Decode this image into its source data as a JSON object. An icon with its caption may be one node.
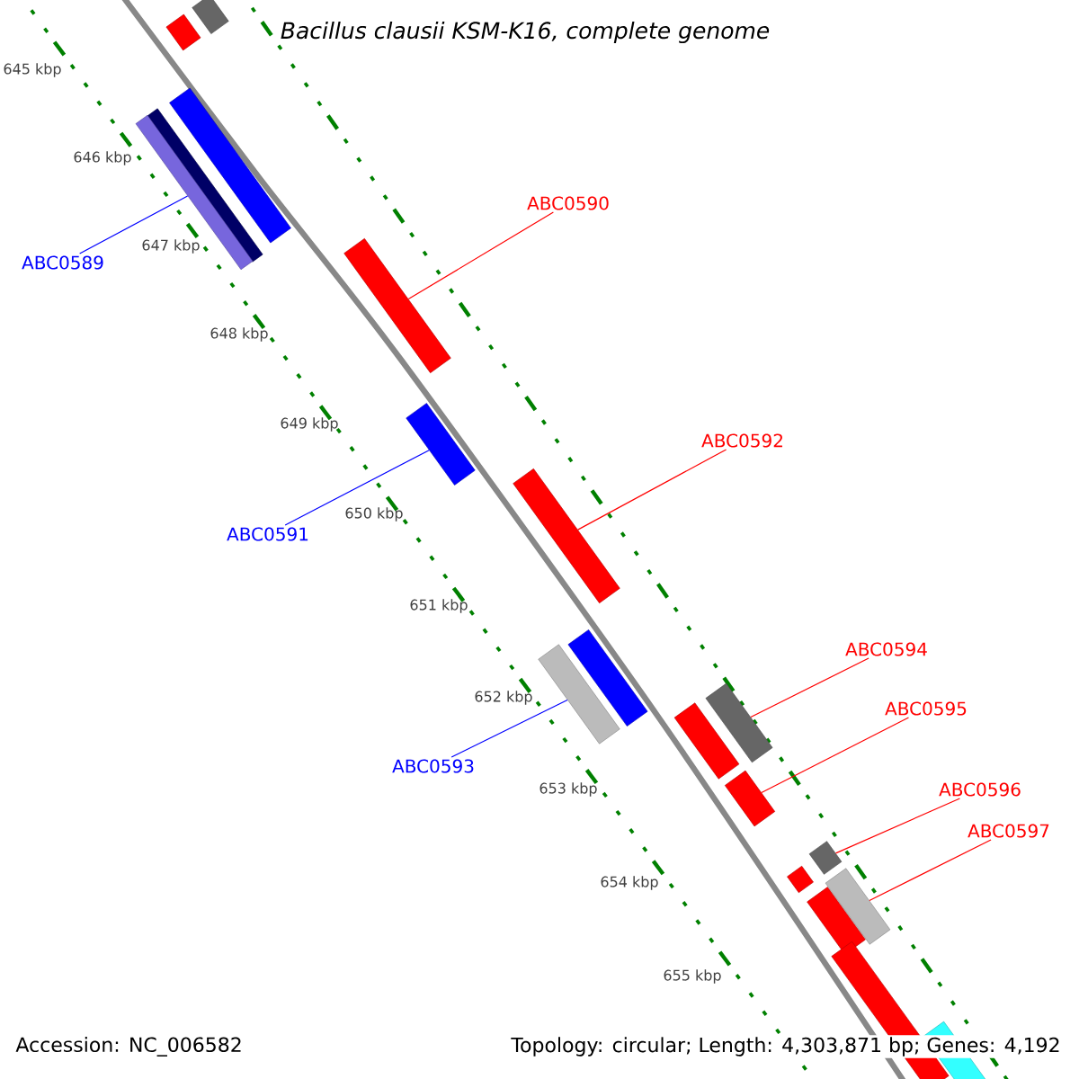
{
  "diagram": {
    "title": "Bacillus clausii KSM-K16, complete genome",
    "nodes": [
      {
        "text": [
          "ABC0589"
        ]
      },
      {
        "text": [
          "ABC0590"
        ]
      },
      {
        "text": [
          "ABC0591"
        ]
      },
      {
        "text": [
          "ABC0592"
        ]
      },
      {
        "text": [
          "ABC0593"
        ]
      },
      {
        "text": [
          "ABC0594"
        ]
      },
      {
        "text": [
          "ABC0595"
        ]
      },
      {
        "text": [
          "ABC0596"
        ]
      },
      {
        "text": [
          "ABC0597"
        ]
      },
      {
        "text": [],
        "shape": "bar"
      },
      {
        "text": [],
        "shape": "bar"
      },
      {
        "text": [],
        "shape": "bar"
      },
      {
        "text": [],
        "shape": "bar"
      },
      {
        "text": [],
        "shape": "bar"
      },
      {
        "text": [],
        "shape": "bar"
      },
      {
        "text": [],
        "shape": "bar"
      },
      {
        "text": [],
        "shape": "bar"
      },
      {
        "text": [],
        "shape": "bar"
      },
      {
        "text": [],
        "shape": "bar"
      },
      {
        "text": [],
        "shape": "bar"
      },
      {
        "text": [],
        "shape": "bar"
      },
      {
        "text": [],
        "shape": "bar"
      },
      {
        "text": [],
        "shape": "bar"
      },
      {
        "text": [],
        "shape": "bar"
      },
      {
        "text": [],
        "shape": "bar"
      },
      {
        "text": [],
        "shape": "bar"
      },
      {
        "text": [],
        "shape": "bar"
      },
      {
        "text": [],
        "shape": "bar"
      }
    ],
    "edges": [
      {
        "from": 0,
        "to": 13,
        "arrow": "none",
        "color": "#0000ff"
      },
      {
        "from": 1,
        "to": 14,
        "arrow": "none"
      },
      {
        "from": 2,
        "to": 15,
        "arrow": "none",
        "color": "#0000ff"
      },
      {
        "from": 3,
        "to": 16,
        "arrow": "none"
      },
      {
        "from": 4,
        "to": 18,
        "arrow": "none",
        "color": "#0000ff"
      },
      {
        "from": 5,
        "to": 19,
        "arrow": "none"
      },
      {
        "from": 6,
        "to": 21,
        "arrow": "none"
      },
      {
        "from": 7,
        "to": 22,
        "arrow": "none"
      },
      {
        "from": 8,
        "to": 24,
        "arrow": "none"
      }
    ],
    "labels": [
      "645 kbp",
      "646 kbp",
      "647 kbp",
      "648 kbp",
      "649 kbp",
      "650 kbp",
      "651 kbp",
      "652 kbp",
      "653 kbp",
      "654 kbp",
      "655 kbp",
      "Accession: NC_006582",
      "Topology: circular; Length: 4,303,871 bp; Genes: 4,192"
    ]
  }
}
